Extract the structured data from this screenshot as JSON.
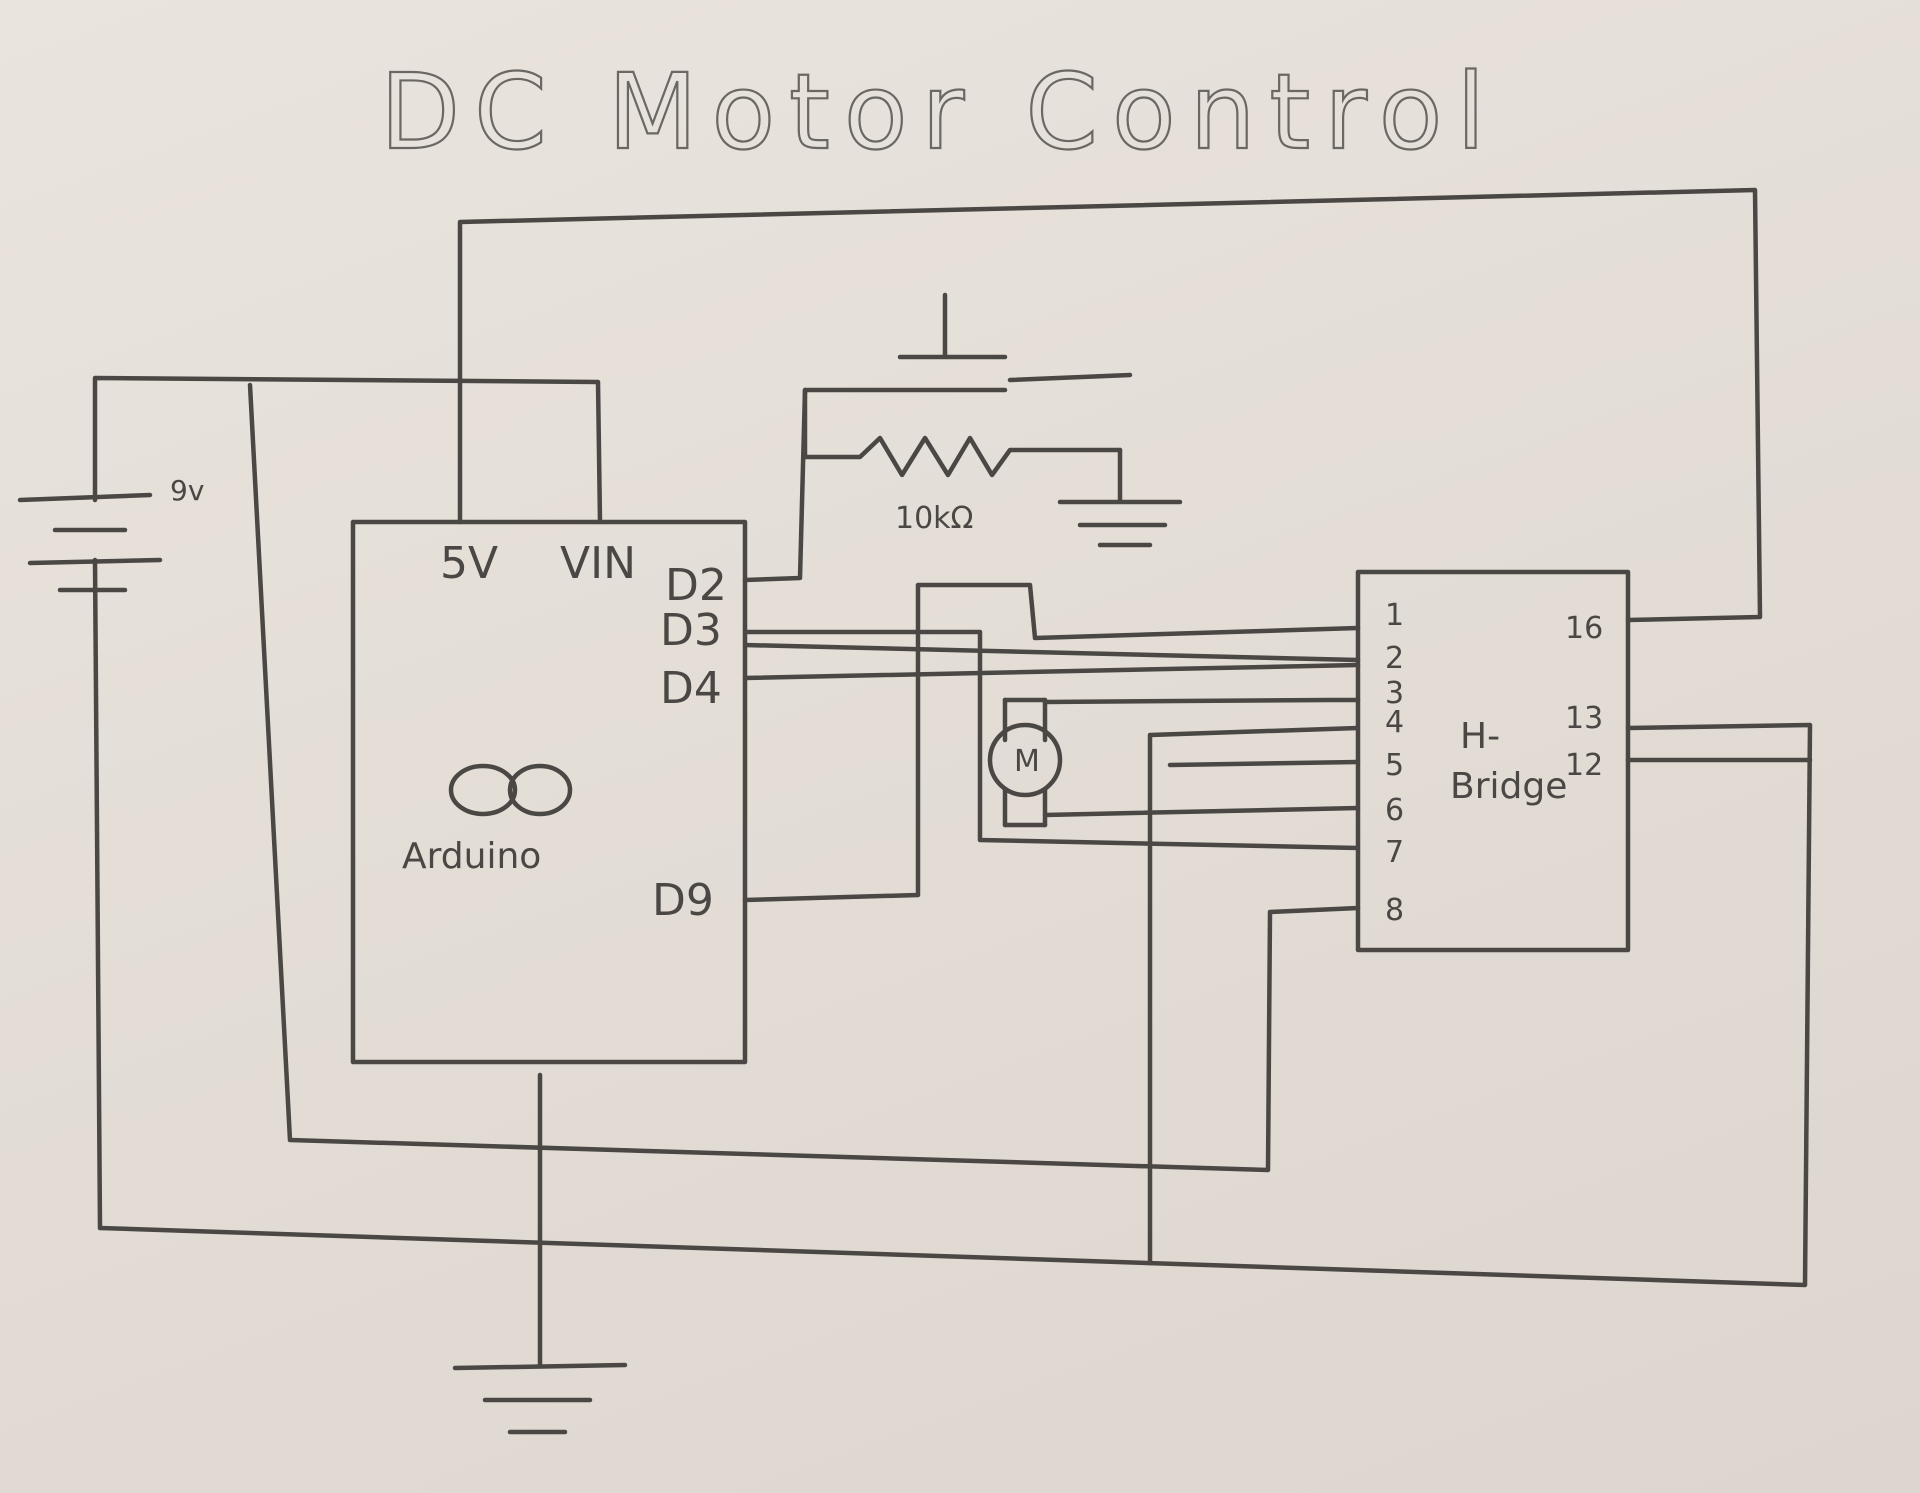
{
  "title": "DC Motor Control",
  "battery": {
    "label": "9v"
  },
  "arduino": {
    "name": "Arduino",
    "pins": {
      "v5": "5V",
      "vin": "VIN",
      "d2": "D2",
      "d3": "D3",
      "d4": "D4",
      "d9": "D9"
    }
  },
  "resistor": {
    "label": "10kΩ"
  },
  "motor": {
    "label": "M"
  },
  "hbridge": {
    "name_line1": "H-",
    "name_line2": "Bridge",
    "left_pins": [
      "1",
      "2",
      "3",
      "4",
      "5",
      "6",
      "7",
      "8"
    ],
    "right_pins": {
      "p16": "16",
      "p13": "13",
      "p12": "12"
    }
  },
  "colors": {
    "paper": "#e3ddd6",
    "pencil": "#4a4744"
  }
}
